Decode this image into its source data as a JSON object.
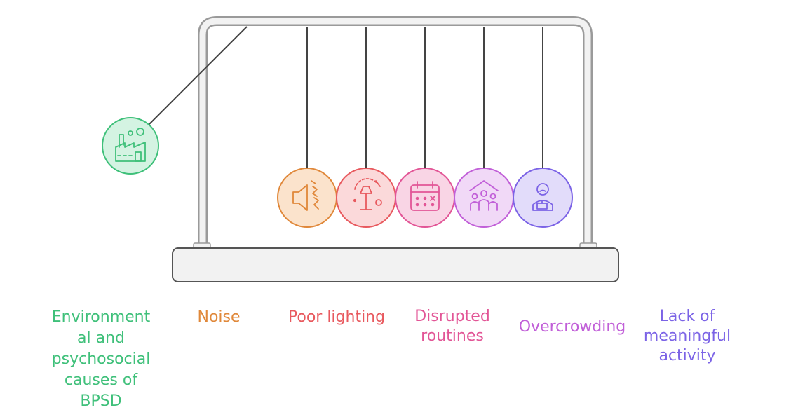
{
  "diagram": {
    "main_label": "Environment al and psychosocial causes of BPSD",
    "main_label_lines": [
      "Environment",
      "al and",
      "psychosocial",
      "causes of",
      "BPSD"
    ],
    "causes": [
      {
        "id": "noise",
        "label_lines": [
          "Noise"
        ],
        "icon": "speaker-icon",
        "color": "#E0883A",
        "fill": "#FBE3CC"
      },
      {
        "id": "poor-lighting",
        "label_lines": [
          "Poor lighting"
        ],
        "icon": "lamp-icon",
        "color": "#E8595E",
        "fill": "#FBD9DA"
      },
      {
        "id": "disrupted-routines",
        "label_lines": [
          "Disrupted",
          "routines"
        ],
        "icon": "calendar-icon",
        "color": "#E25596",
        "fill": "#F9D5E5"
      },
      {
        "id": "overcrowding",
        "label_lines": [
          "Overcrowding"
        ],
        "icon": "crowd-house-icon",
        "color": "#C15FD8",
        "fill": "#F1D9F7"
      },
      {
        "id": "lack-of-meaningful-activity",
        "label_lines": [
          "Lack of",
          "meaningful",
          "activity"
        ],
        "icon": "bored-person-icon",
        "color": "#7B63E6",
        "fill": "#E2DCFA"
      }
    ],
    "main_color": "#3FC07A",
    "main_fill": "#D4F3E2",
    "frame_color": "#9A9A9A",
    "base_fill": "#F2F2F2"
  }
}
